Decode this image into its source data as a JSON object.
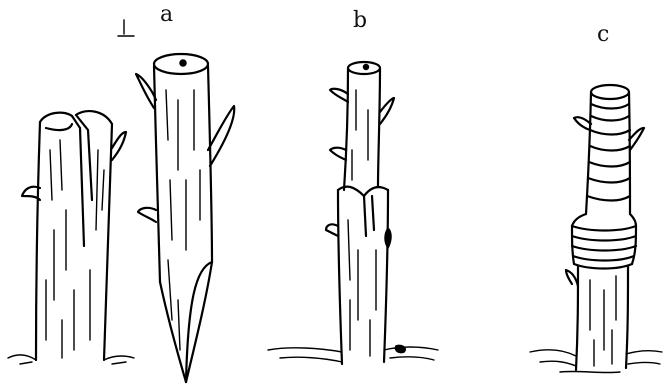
{
  "labels": {
    "a": "a",
    "b": "b",
    "c": "c"
  }
}
